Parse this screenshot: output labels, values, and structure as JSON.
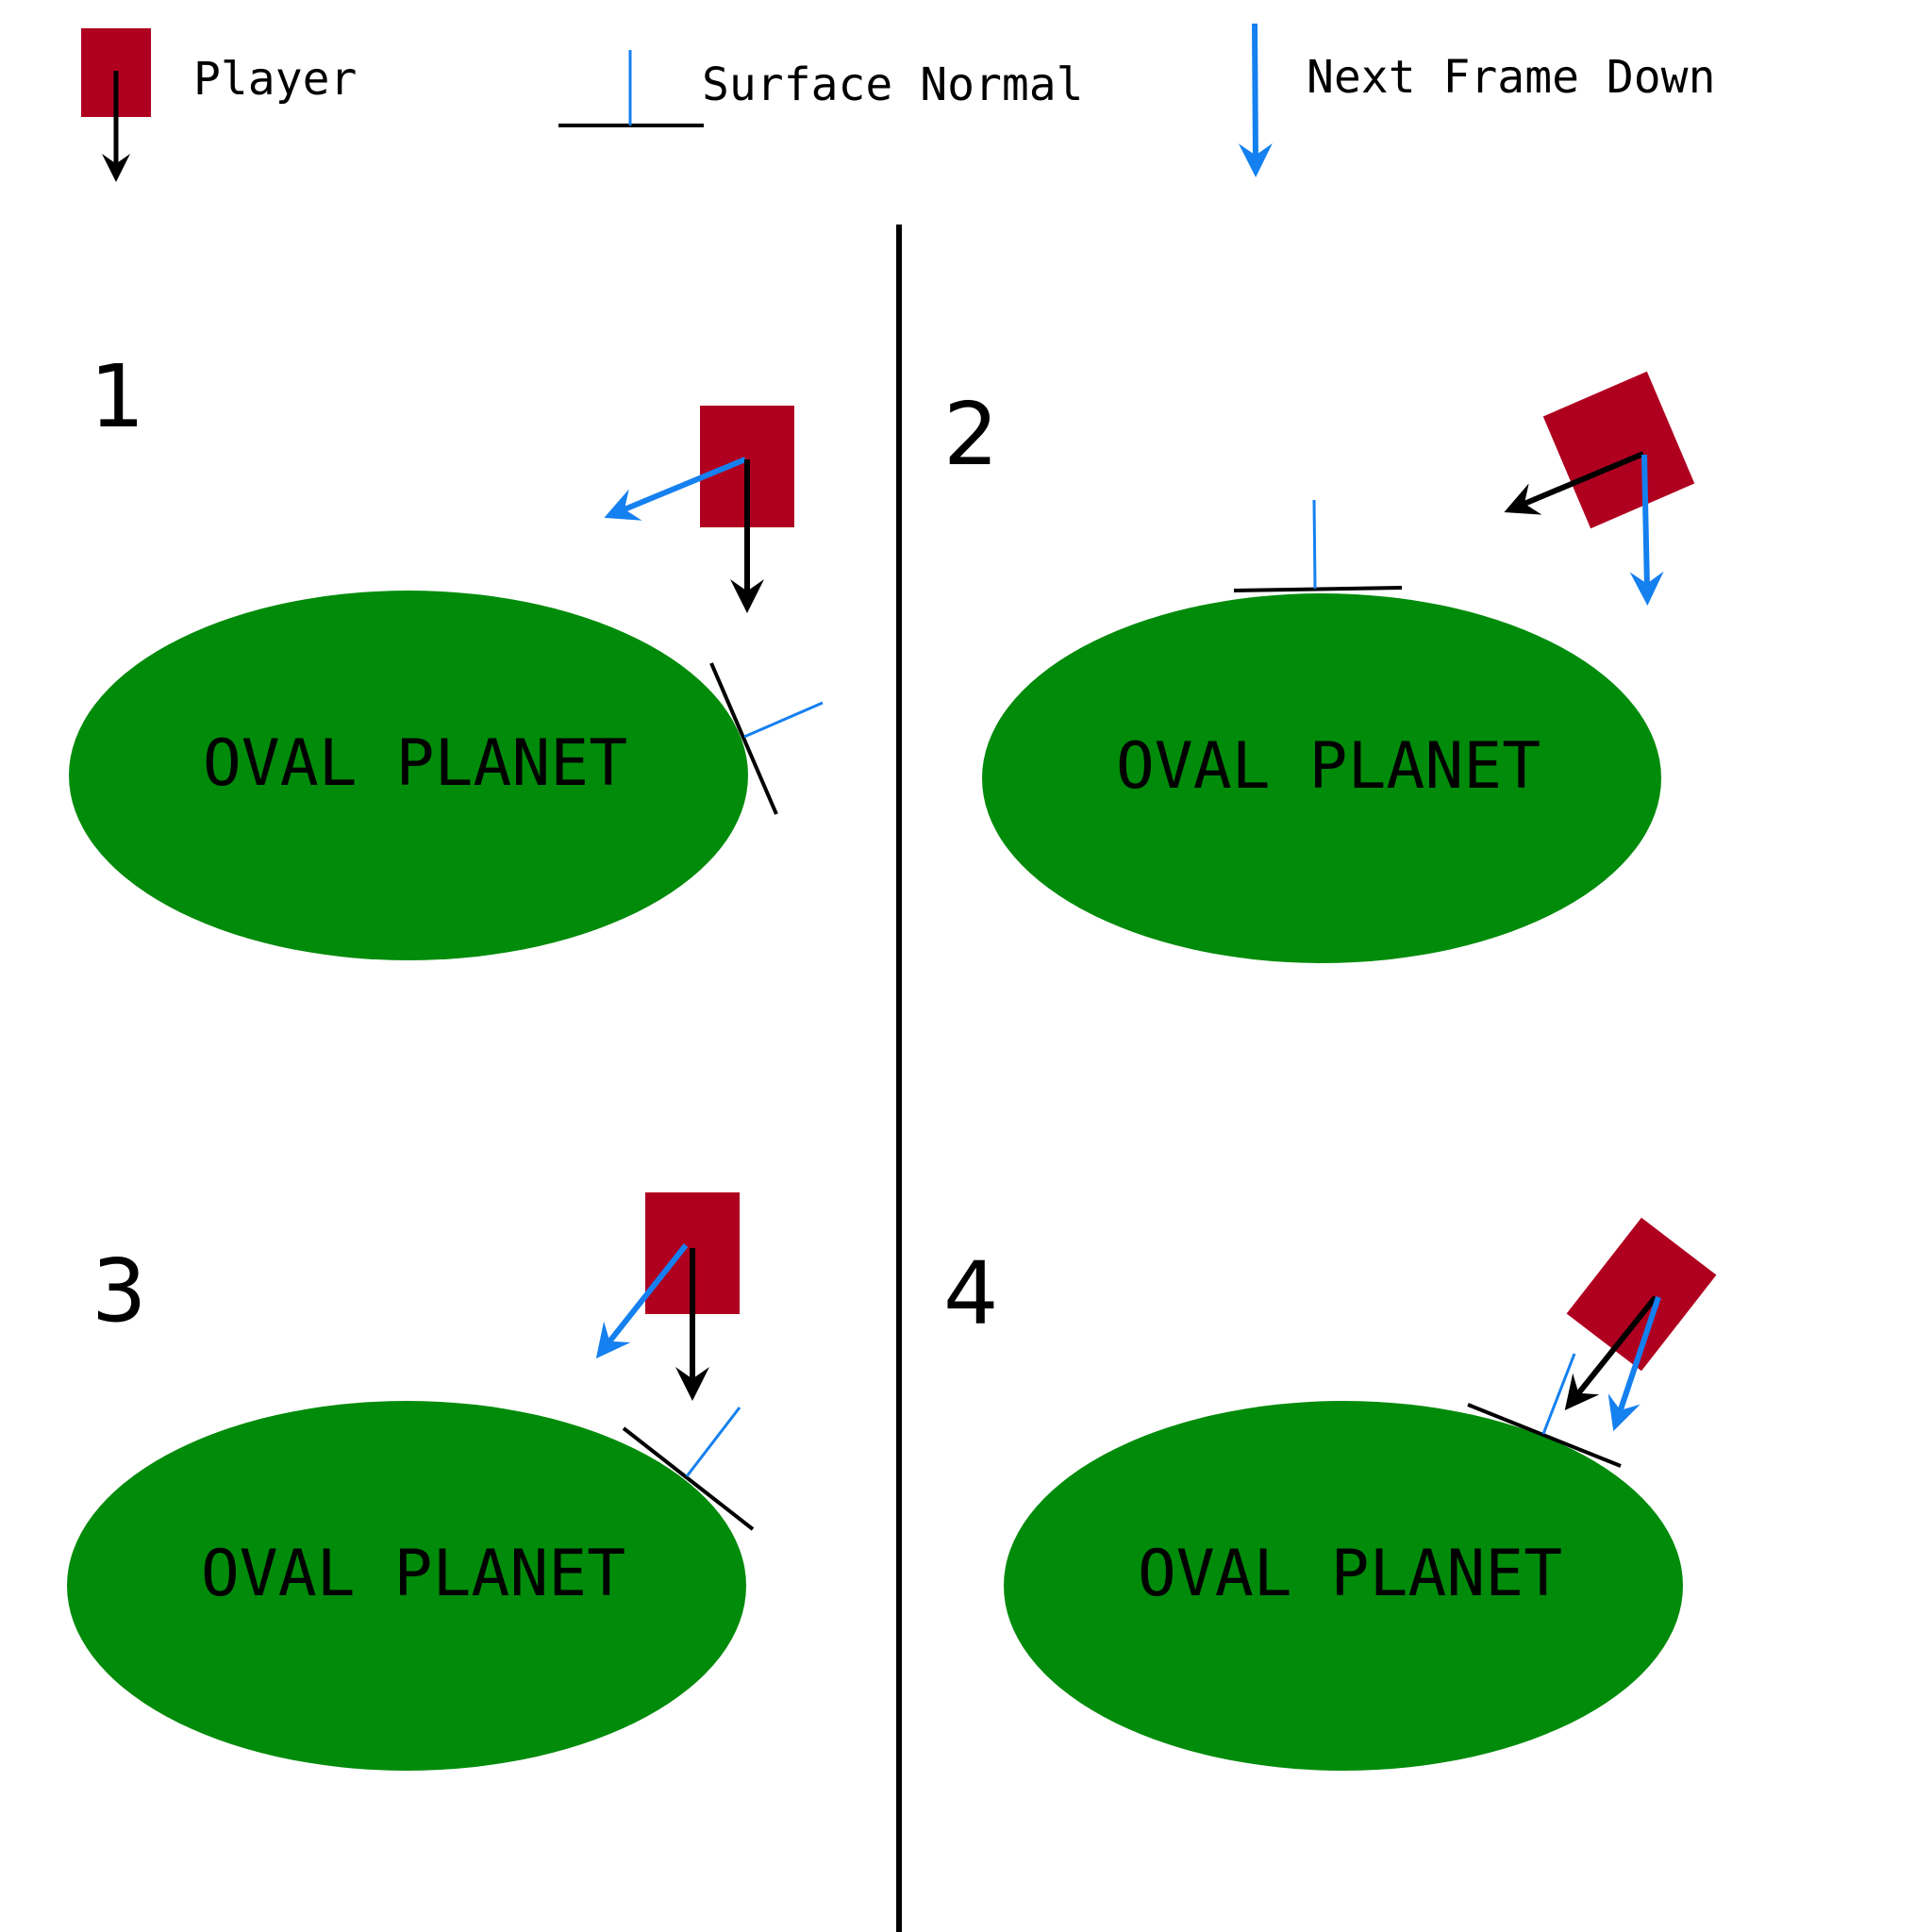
{
  "legend": {
    "player_label": "Player",
    "surface_normal_label": "Surface Normal",
    "next_frame_down_label": "Next Frame Down"
  },
  "colors": {
    "player": "#b00020",
    "planet": "#008b0a",
    "normal": "#1580ef",
    "arrow": "#000000",
    "divider": "#000000",
    "background": "#ffffff"
  },
  "panels": [
    {
      "number": "1",
      "planet_label": "OVAL PLANET"
    },
    {
      "number": "2",
      "planet_label": "OVAL PLANET"
    },
    {
      "number": "3",
      "planet_label": "OVAL PLANET"
    },
    {
      "number": "4",
      "planet_label": "OVAL PLANET"
    }
  ]
}
